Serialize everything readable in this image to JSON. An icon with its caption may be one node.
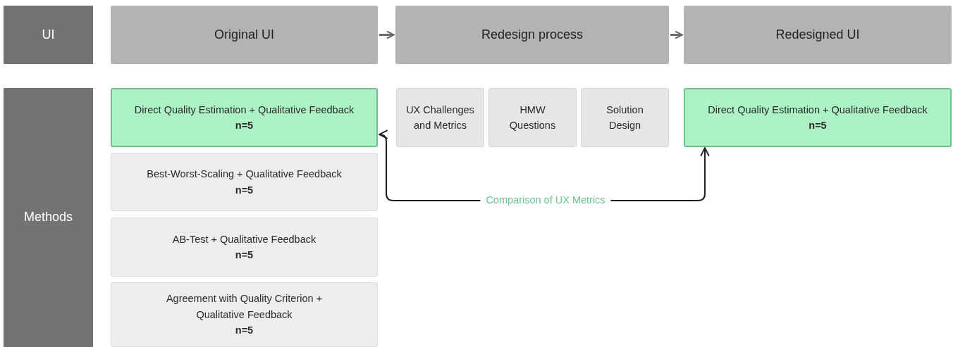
{
  "diagram": {
    "nodes": [
      {
        "text": [
          "UI"
        ]
      },
      {
        "text": [
          "Original UI"
        ]
      },
      {
        "text": [
          "Redesign process"
        ]
      },
      {
        "text": [
          "Redesigned UI"
        ]
      },
      {
        "text": [
          "Methods"
        ]
      },
      {
        "text": [
          "Direct Quality Estimation + Qualitative Feedback",
          "n=5"
        ]
      },
      {
        "text": [
          "Best-Worst-Scaling + Qualitative Feedback",
          "n=5"
        ]
      },
      {
        "text": [
          "AB-Test + Qualitative Feedback",
          "n=5"
        ]
      },
      {
        "text": [
          "Agreement with Quality Criterion + Qualitative Feedback",
          "n=5"
        ]
      },
      {
        "text": [
          "UX Challenges and Metrics"
        ]
      },
      {
        "text": [
          "HMW Questions"
        ]
      },
      {
        "text": [
          "Solution Design"
        ]
      },
      {
        "text": [
          "Direct Quality Estimation + Qualitative Feedback",
          "n=5"
        ]
      }
    ],
    "edges": [
      {
        "from": 1,
        "to": 2,
        "arrow": "to"
      },
      {
        "from": 2,
        "to": 3,
        "arrow": "to"
      },
      {
        "from": 5,
        "to": 12,
        "arrow": "both",
        "label": "Comparison of UX Metrics",
        "color": "#1f1f1f"
      }
    ]
  }
}
